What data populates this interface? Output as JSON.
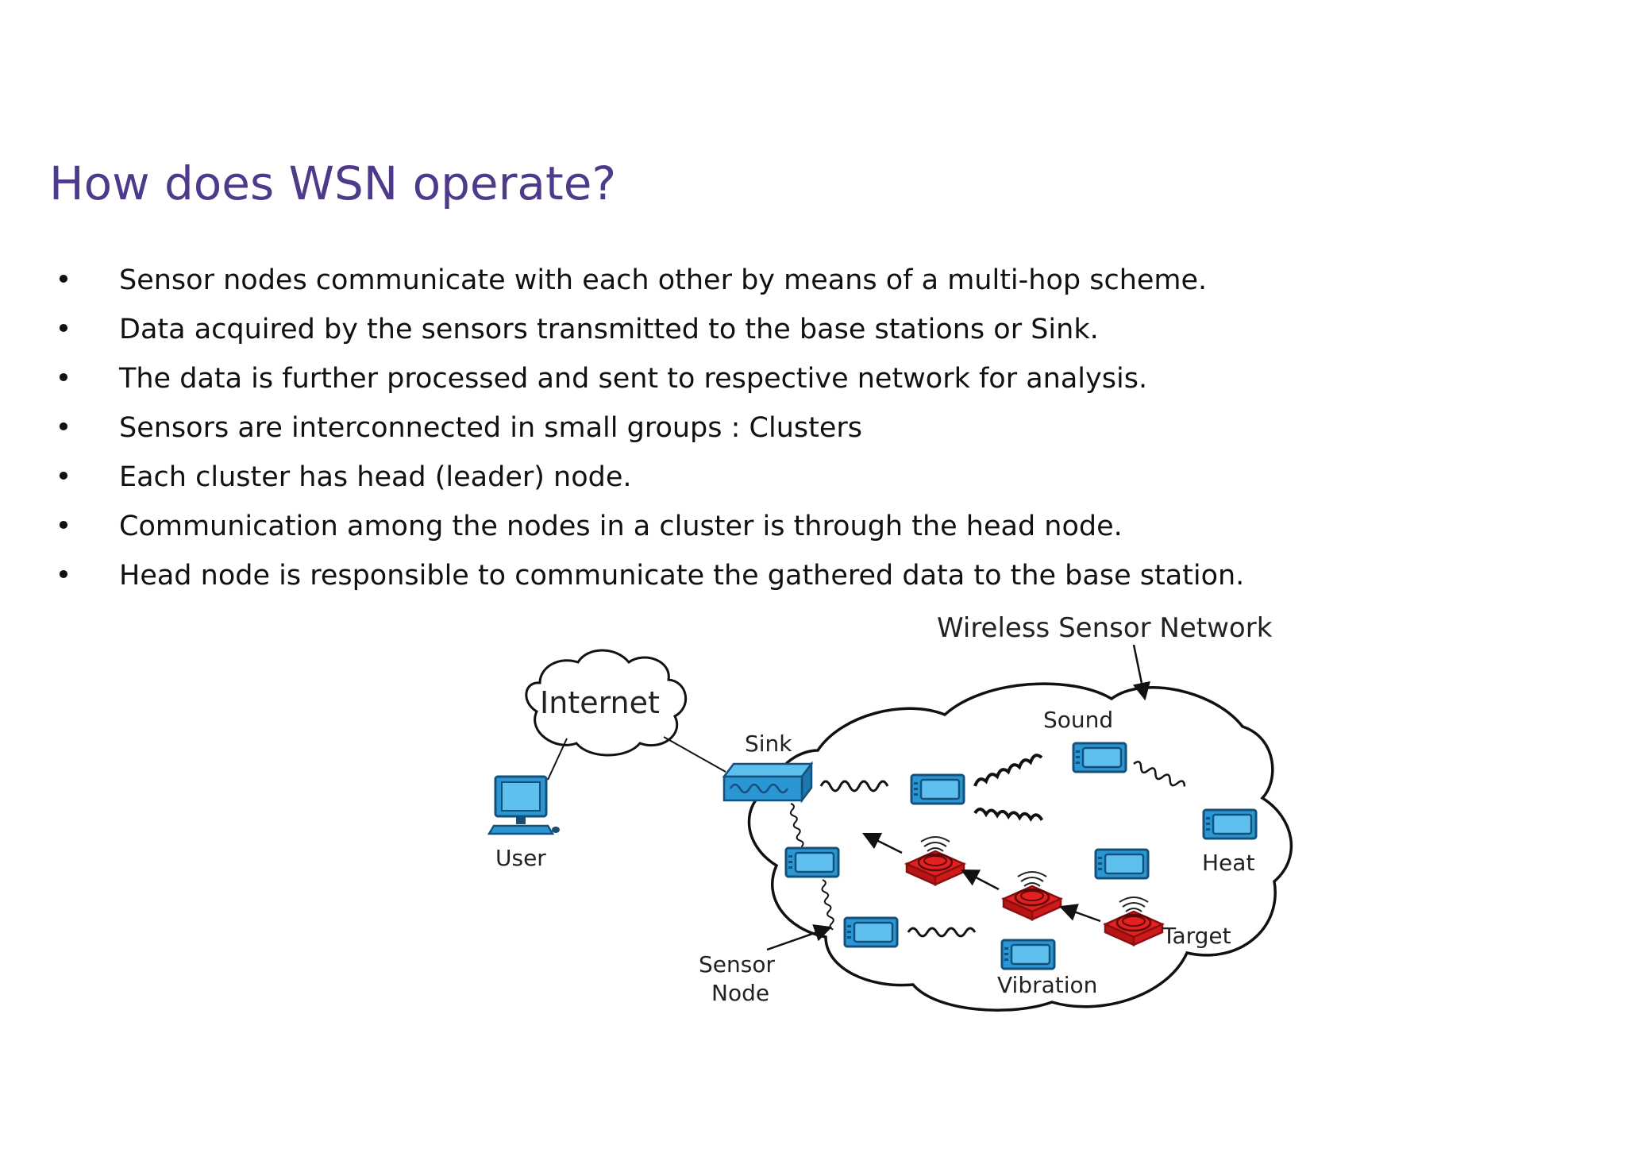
{
  "slide": {
    "title": "How does WSN operate?",
    "bullets": [
      "Sensor nodes communicate with each other by means of a multi-hop scheme.",
      "Data acquired by the sensors transmitted to the base stations or Sink.",
      "The data is further processed and sent to respective network for analysis.",
      "Sensors are interconnected in small groups : Clusters",
      "Each cluster has head (leader) node.",
      "Communication among the nodes in a cluster is through the head node.",
      "Head node is responsible to communicate the gathered data to the base station."
    ],
    "bullet_glyph": "•"
  },
  "diagram": {
    "title": "Wireless Sensor Network",
    "internet_label": "Internet",
    "user_label": "User",
    "sink_label": "Sink",
    "sensor_node_label_line1": "Sensor",
    "sensor_node_label_line2": "Node",
    "sound_label": "Sound",
    "heat_label": "Heat",
    "target_label": "Target",
    "vibration_label": "Vibration",
    "colors": {
      "title": "#4e3a8a",
      "node_blue": "#2a97d4",
      "node_dark": "#15507a",
      "target_red": "#e42020",
      "target_dark": "#8a0f0f",
      "outline": "#111111"
    },
    "icons": [
      "cloud-icon",
      "computer-icon",
      "sink-icon",
      "sensor-node-icon",
      "target-icon",
      "wireless-link-icon",
      "arrow-icon"
    ]
  }
}
